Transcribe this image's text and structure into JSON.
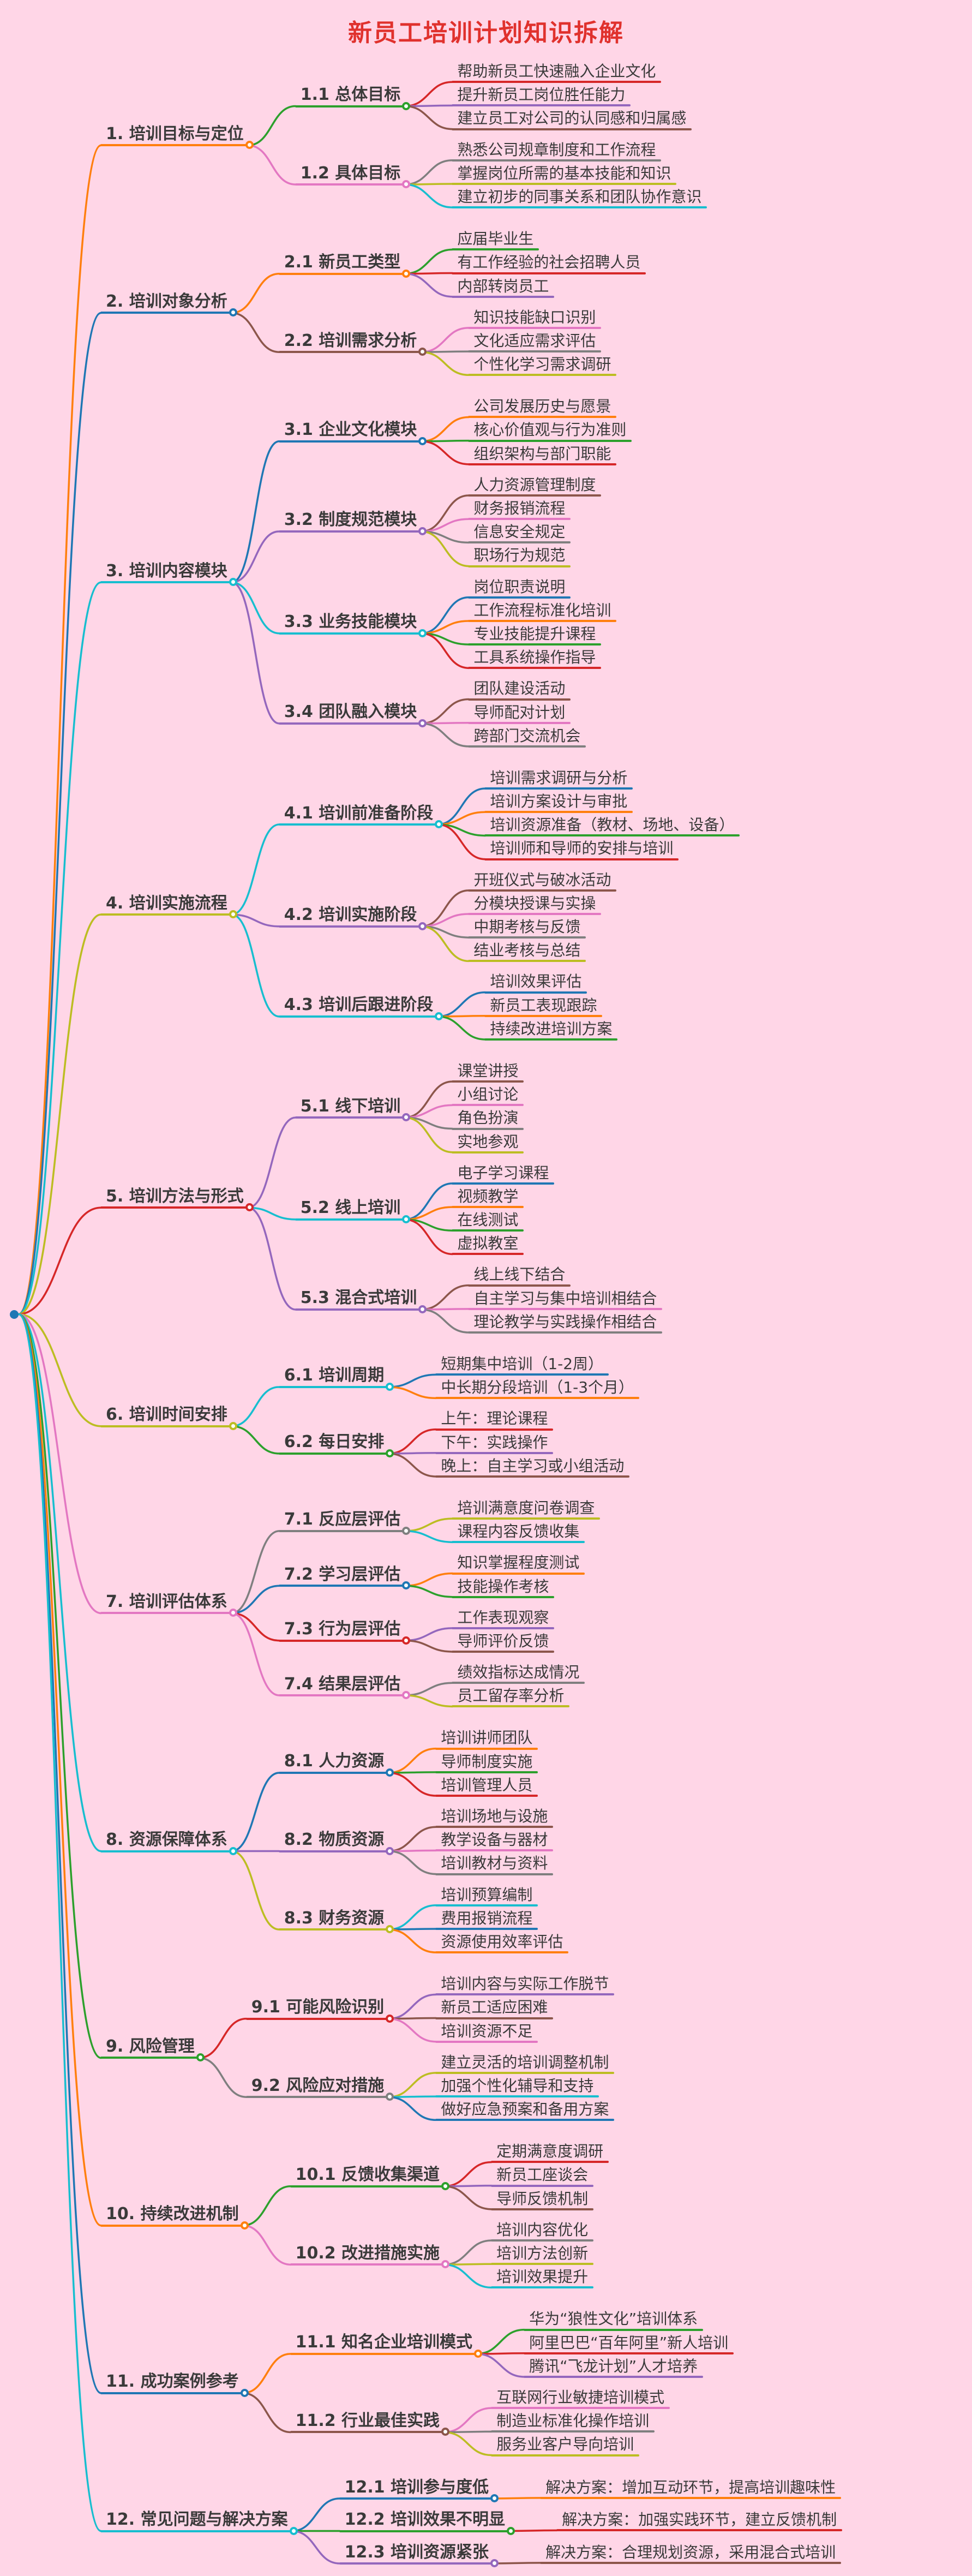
{
  "title": "新员工培训计划知识拆解",
  "colors": {
    "background": "#ffd6e7",
    "title_color": "#e0312d",
    "text_color": "#3a3a3a",
    "palette": [
      "#1f77b4",
      "#ff7f0e",
      "#2ca02c",
      "#d62728",
      "#9467bd",
      "#8c564b",
      "#e377c2",
      "#7f7f7f",
      "#bcbd22",
      "#17becf"
    ]
  },
  "tree": {
    "label": "",
    "children": [
      {
        "label": "1. 培训目标与定位",
        "children": [
          {
            "label": "1.1 总体目标",
            "children": [
              {
                "label": "帮助新员工快速融入企业文化"
              },
              {
                "label": "提升新员工岗位胜任能力"
              },
              {
                "label": "建立员工对公司的认同感和归属感"
              }
            ]
          },
          {
            "label": "1.2 具体目标",
            "children": [
              {
                "label": "熟悉公司规章制度和工作流程"
              },
              {
                "label": "掌握岗位所需的基本技能和知识"
              },
              {
                "label": "建立初步的同事关系和团队协作意识"
              }
            ]
          }
        ]
      },
      {
        "label": "2. 培训对象分析",
        "children": [
          {
            "label": "2.1 新员工类型",
            "children": [
              {
                "label": "应届毕业生"
              },
              {
                "label": "有工作经验的社会招聘人员"
              },
              {
                "label": "内部转岗员工"
              }
            ]
          },
          {
            "label": "2.2 培训需求分析",
            "children": [
              {
                "label": "知识技能缺口识别"
              },
              {
                "label": "文化适应需求评估"
              },
              {
                "label": "个性化学习需求调研"
              }
            ]
          }
        ]
      },
      {
        "label": "3. 培训内容模块",
        "children": [
          {
            "label": "3.1 企业文化模块",
            "children": [
              {
                "label": "公司发展历史与愿景"
              },
              {
                "label": "核心价值观与行为准则"
              },
              {
                "label": "组织架构与部门职能"
              }
            ]
          },
          {
            "label": "3.2 制度规范模块",
            "children": [
              {
                "label": "人力资源管理制度"
              },
              {
                "label": "财务报销流程"
              },
              {
                "label": "信息安全规定"
              },
              {
                "label": "职场行为规范"
              }
            ]
          },
          {
            "label": "3.3 业务技能模块",
            "children": [
              {
                "label": "岗位职责说明"
              },
              {
                "label": "工作流程标准化培训"
              },
              {
                "label": "专业技能提升课程"
              },
              {
                "label": "工具系统操作指导"
              }
            ]
          },
          {
            "label": "3.4 团队融入模块",
            "children": [
              {
                "label": "团队建设活动"
              },
              {
                "label": "导师配对计划"
              },
              {
                "label": "跨部门交流机会"
              }
            ]
          }
        ]
      },
      {
        "label": "4. 培训实施流程",
        "children": [
          {
            "label": "4.1 培训前准备阶段",
            "children": [
              {
                "label": "培训需求调研与分析"
              },
              {
                "label": "培训方案设计与审批"
              },
              {
                "label": "培训资源准备（教材、场地、设备）"
              },
              {
                "label": "培训师和导师的安排与培训"
              }
            ]
          },
          {
            "label": "4.2 培训实施阶段",
            "children": [
              {
                "label": "开班仪式与破冰活动"
              },
              {
                "label": "分模块授课与实操"
              },
              {
                "label": "中期考核与反馈"
              },
              {
                "label": "结业考核与总结"
              }
            ]
          },
          {
            "label": "4.3 培训后跟进阶段",
            "children": [
              {
                "label": "培训效果评估"
              },
              {
                "label": "新员工表现跟踪"
              },
              {
                "label": "持续改进培训方案"
              }
            ]
          }
        ]
      },
      {
        "label": "5. 培训方法与形式",
        "children": [
          {
            "label": "5.1 线下培训",
            "children": [
              {
                "label": "课堂讲授"
              },
              {
                "label": "小组讨论"
              },
              {
                "label": "角色扮演"
              },
              {
                "label": "实地参观"
              }
            ]
          },
          {
            "label": "5.2 线上培训",
            "children": [
              {
                "label": "电子学习课程"
              },
              {
                "label": "视频教学"
              },
              {
                "label": "在线测试"
              },
              {
                "label": "虚拟教室"
              }
            ]
          },
          {
            "label": "5.3 混合式培训",
            "children": [
              {
                "label": "线上线下结合"
              },
              {
                "label": "自主学习与集中培训相结合"
              },
              {
                "label": "理论教学与实践操作相结合"
              }
            ]
          }
        ]
      },
      {
        "label": "6. 培训时间安排",
        "children": [
          {
            "label": "6.1 培训周期",
            "children": [
              {
                "label": "短期集中培训（1-2周）"
              },
              {
                "label": "中长期分段培训（1-3个月）"
              }
            ]
          },
          {
            "label": "6.2 每日安排",
            "children": [
              {
                "label": "上午：理论课程"
              },
              {
                "label": "下午：实践操作"
              },
              {
                "label": "晚上：自主学习或小组活动"
              }
            ]
          }
        ]
      },
      {
        "label": "7. 培训评估体系",
        "children": [
          {
            "label": "7.1 反应层评估",
            "children": [
              {
                "label": "培训满意度问卷调查"
              },
              {
                "label": "课程内容反馈收集"
              }
            ]
          },
          {
            "label": "7.2 学习层评估",
            "children": [
              {
                "label": "知识掌握程度测试"
              },
              {
                "label": "技能操作考核"
              }
            ]
          },
          {
            "label": "7.3 行为层评估",
            "children": [
              {
                "label": "工作表现观察"
              },
              {
                "label": "导师评价反馈"
              }
            ]
          },
          {
            "label": "7.4 结果层评估",
            "children": [
              {
                "label": "绩效指标达成情况"
              },
              {
                "label": "员工留存率分析"
              }
            ]
          }
        ]
      },
      {
        "label": "8. 资源保障体系",
        "children": [
          {
            "label": "8.1 人力资源",
            "children": [
              {
                "label": "培训讲师团队"
              },
              {
                "label": "导师制度实施"
              },
              {
                "label": "培训管理人员"
              }
            ]
          },
          {
            "label": "8.2 物质资源",
            "children": [
              {
                "label": "培训场地与设施"
              },
              {
                "label": "教学设备与器材"
              },
              {
                "label": "培训教材与资料"
              }
            ]
          },
          {
            "label": "8.3 财务资源",
            "children": [
              {
                "label": "培训预算编制"
              },
              {
                "label": "费用报销流程"
              },
              {
                "label": "资源使用效率评估"
              }
            ]
          }
        ]
      },
      {
        "label": "9. 风险管理",
        "children": [
          {
            "label": "9.1 可能风险识别",
            "children": [
              {
                "label": "培训内容与实际工作脱节"
              },
              {
                "label": "新员工适应困难"
              },
              {
                "label": "培训资源不足"
              }
            ]
          },
          {
            "label": "9.2 风险应对措施",
            "children": [
              {
                "label": "建立灵活的培训调整机制"
              },
              {
                "label": "加强个性化辅导和支持"
              },
              {
                "label": "做好应急预案和备用方案"
              }
            ]
          }
        ]
      },
      {
        "label": "10. 持续改进机制",
        "children": [
          {
            "label": "10.1 反馈收集渠道",
            "children": [
              {
                "label": "定期满意度调研"
              },
              {
                "label": "新员工座谈会"
              },
              {
                "label": "导师反馈机制"
              }
            ]
          },
          {
            "label": "10.2 改进措施实施",
            "children": [
              {
                "label": "培训内容优化"
              },
              {
                "label": "培训方法创新"
              },
              {
                "label": "培训效果提升"
              }
            ]
          }
        ]
      },
      {
        "label": "11. 成功案例参考",
        "children": [
          {
            "label": "11.1 知名企业培训模式",
            "children": [
              {
                "label": "华为“狼性文化”培训体系"
              },
              {
                "label": "阿里巴巴“百年阿里”新人培训"
              },
              {
                "label": "腾讯“飞龙计划”人才培养"
              }
            ]
          },
          {
            "label": "11.2 行业最佳实践",
            "children": [
              {
                "label": "互联网行业敏捷培训模式"
              },
              {
                "label": "制造业标准化操作培训"
              },
              {
                "label": "服务业客户导向培训"
              }
            ]
          }
        ]
      },
      {
        "label": "12. 常见问题与解决方案",
        "children": [
          {
            "label": "12.1 培训参与度低",
            "children": [
              {
                "label": "解决方案：增加互动环节，提高培训趣味性"
              }
            ]
          },
          {
            "label": "12.2 培训效果不明显",
            "children": [
              {
                "label": "解决方案：加强实践环节，建立反馈机制"
              }
            ]
          },
          {
            "label": "12.3 培训资源紧张",
            "children": [
              {
                "label": "解决方案：合理规划资源，采用混合式培训"
              }
            ]
          }
        ]
      }
    ]
  }
}
